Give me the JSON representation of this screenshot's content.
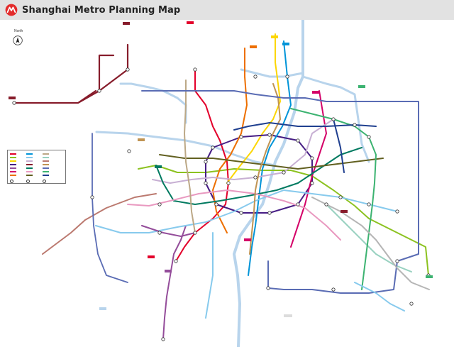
{
  "header": {
    "title": "Shanghai Metro Planning Map"
  },
  "compass": {
    "label": "North",
    "icon": "north-arrow-icon"
  },
  "brand": {
    "logo_icon": "shanghai-metro-logo-icon",
    "logo_color": "#e32b2b"
  },
  "colors": {
    "header_bg": "#e2e2e2",
    "river": "#b8d4ec",
    "station_fill": "#ffffff",
    "station_stroke": "#333333"
  },
  "lines": [
    {
      "id": "l1",
      "color": "#e3002b"
    },
    {
      "id": "l2",
      "color": "#8cc220"
    },
    {
      "id": "l3",
      "color": "#fcd600"
    },
    {
      "id": "l4",
      "color": "#461d84"
    },
    {
      "id": "l5",
      "color": "#944d9a"
    },
    {
      "id": "l6",
      "color": "#d40068"
    },
    {
      "id": "l7",
      "color": "#ed6f00"
    },
    {
      "id": "l8",
      "color": "#0094d8"
    },
    {
      "id": "l9",
      "color": "#87caed"
    },
    {
      "id": "l10",
      "color": "#c7afd3"
    },
    {
      "id": "l11",
      "color": "#871c2b"
    },
    {
      "id": "l12",
      "color": "#007a60"
    },
    {
      "id": "l13",
      "color": "#e999c0"
    },
    {
      "id": "l14",
      "color": "#626020"
    },
    {
      "id": "l15",
      "color": "#bca886"
    },
    {
      "id": "l16",
      "color": "#98d1c0"
    },
    {
      "id": "l17",
      "color": "#bb796f"
    },
    {
      "id": "l18",
      "color": "#c09453"
    },
    {
      "id": "l19",
      "color": "#5a6cb4"
    },
    {
      "id": "l20",
      "color": "#3cb371"
    },
    {
      "id": "l21",
      "color": "#1f3f8f"
    },
    {
      "id": "l22",
      "color": "#b5b5b5"
    }
  ]
}
